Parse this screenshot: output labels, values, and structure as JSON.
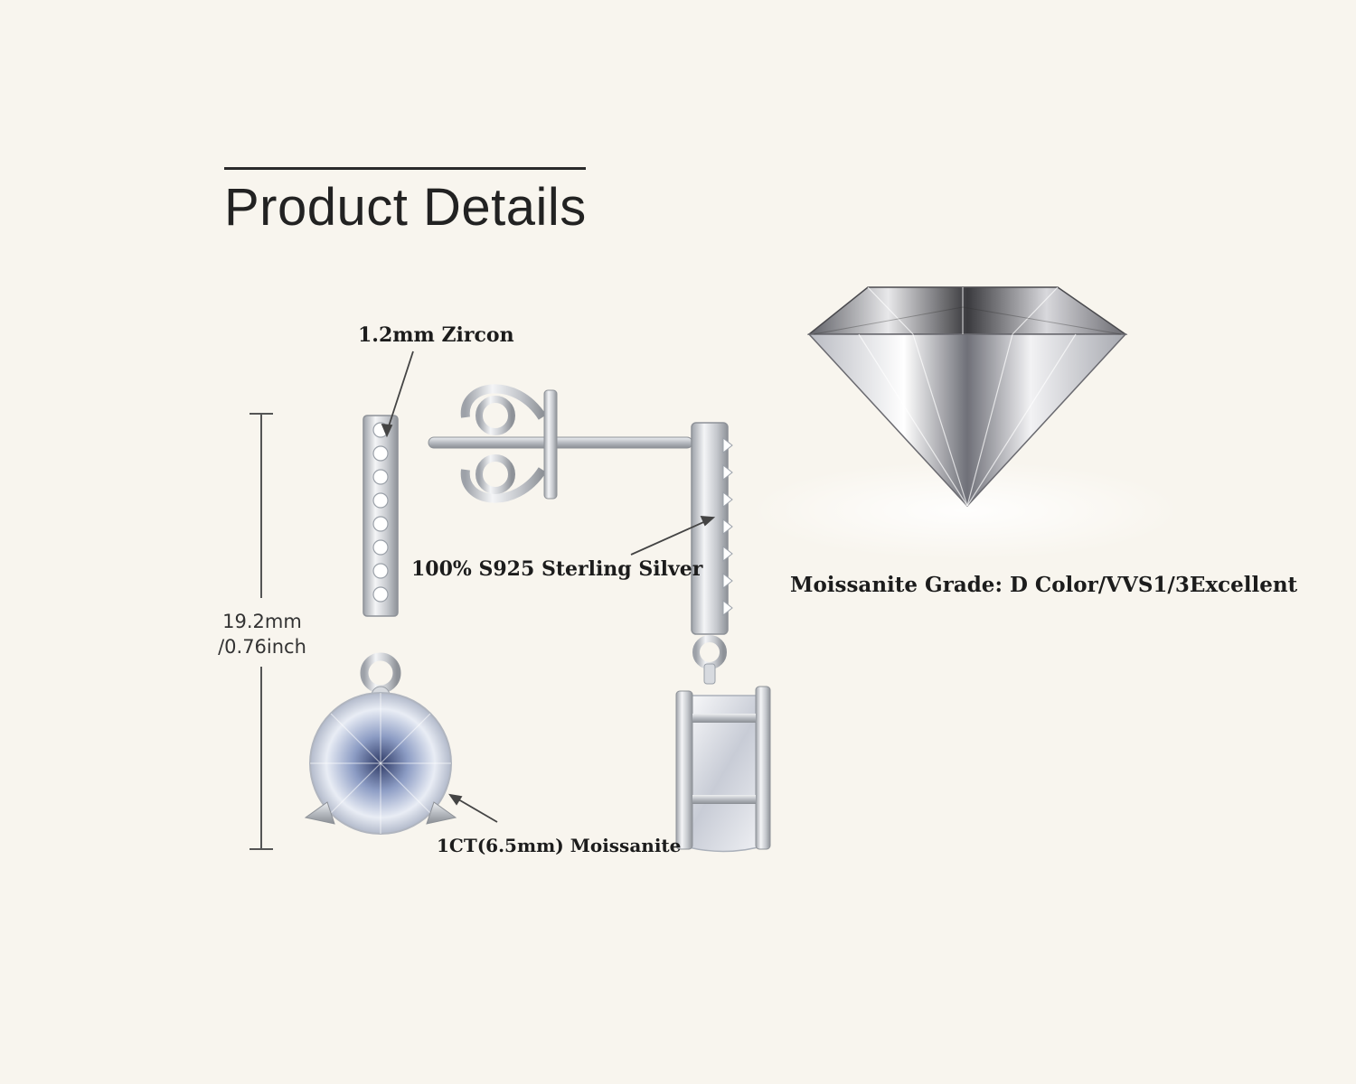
{
  "header": {
    "title": "Product Details"
  },
  "labels": {
    "zircon": "1.2mm Zircon",
    "silver": "100% S925 Sterling Silver",
    "moissanite": "1CT(6.5mm) Moissanite",
    "grade": "Moissanite Grade: D Color/VVS1/3Excellent"
  },
  "dimension": {
    "mm": "19.2mm",
    "inch": "/0.76inch"
  },
  "colors": {
    "background": "#f8f5ee",
    "silver": "#c9ccd1",
    "text": "#1c1c1c"
  }
}
